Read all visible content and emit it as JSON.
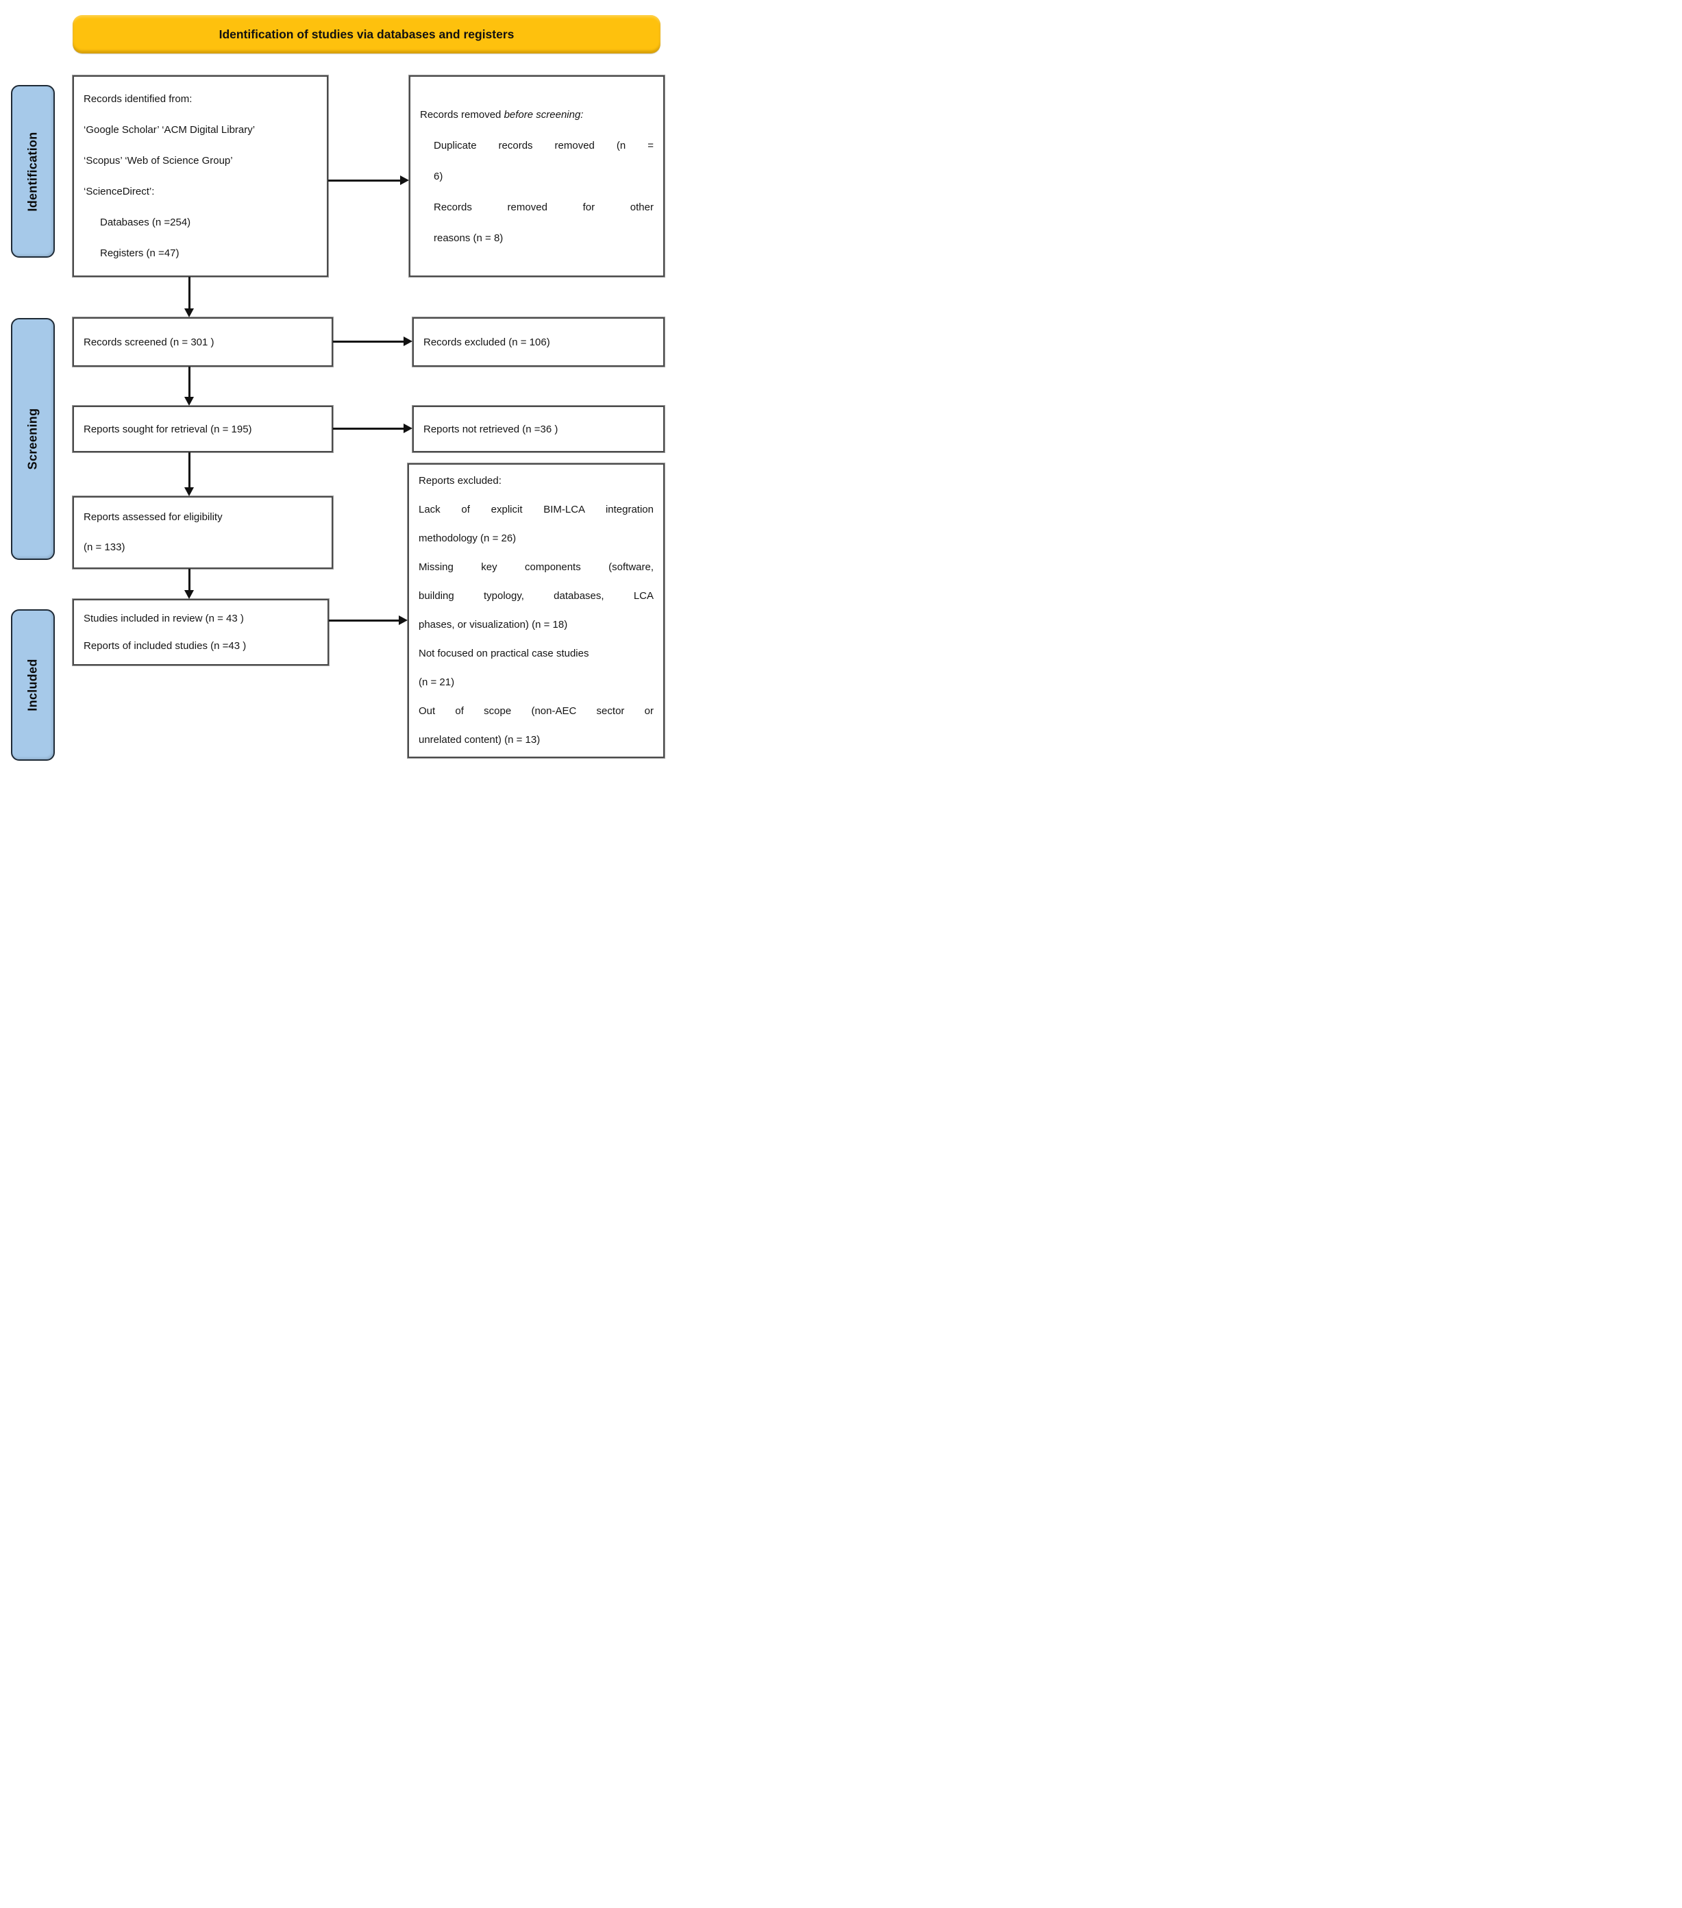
{
  "banner": {
    "title": "Identification of studies via databases and registers",
    "color": "#FEC10D"
  },
  "sidebar": {
    "identification": "Identification",
    "screening": "Screening",
    "included": "Included",
    "color": "#A6C9E9"
  },
  "boxes": {
    "records_identified": {
      "lines": [
        "Records identified from:",
        "‘Google Scholar’ ‘ACM Digital Library’",
        "‘Scopus’ ‘Web of Science Group’",
        "‘ScienceDirect’:",
        "Databases (n =254)",
        "Registers (n =47)"
      ]
    },
    "records_removed": {
      "heading_regular": "Records removed ",
      "heading_italic": "before screening:",
      "lines": [
        "Duplicate records removed  (n =",
        "6)",
        "Records removed for other",
        "reasons (n = 8)"
      ]
    },
    "records_screened": {
      "text": "Records screened (n = 301 )"
    },
    "records_excluded": {
      "text": "Records excluded (n = 106)"
    },
    "reports_sought": {
      "text": "Reports sought for retrieval (n = 195)"
    },
    "reports_not_retrieved": {
      "text": "Reports not retrieved (n =36 )"
    },
    "reports_assessed": {
      "lines": [
        "Reports assessed for eligibility",
        "(n = 133)"
      ]
    },
    "studies_included": {
      "lines": [
        "Studies included in review (n = 43 )",
        "Reports of included studies (n =43 )"
      ]
    },
    "reports_excluded": {
      "heading": "Reports excluded:",
      "lines": [
        "Lack of explicit BIM-LCA integration",
        "methodology (n = 26)",
        "Missing key components (software,",
        "building typology, databases, LCA",
        "phases, or visualization) (n = 18)",
        "Not focused on practical case studies",
        "(n = 21)",
        "Out of scope (non-AEC sector or",
        "unrelated content) (n = 13)"
      ]
    }
  }
}
